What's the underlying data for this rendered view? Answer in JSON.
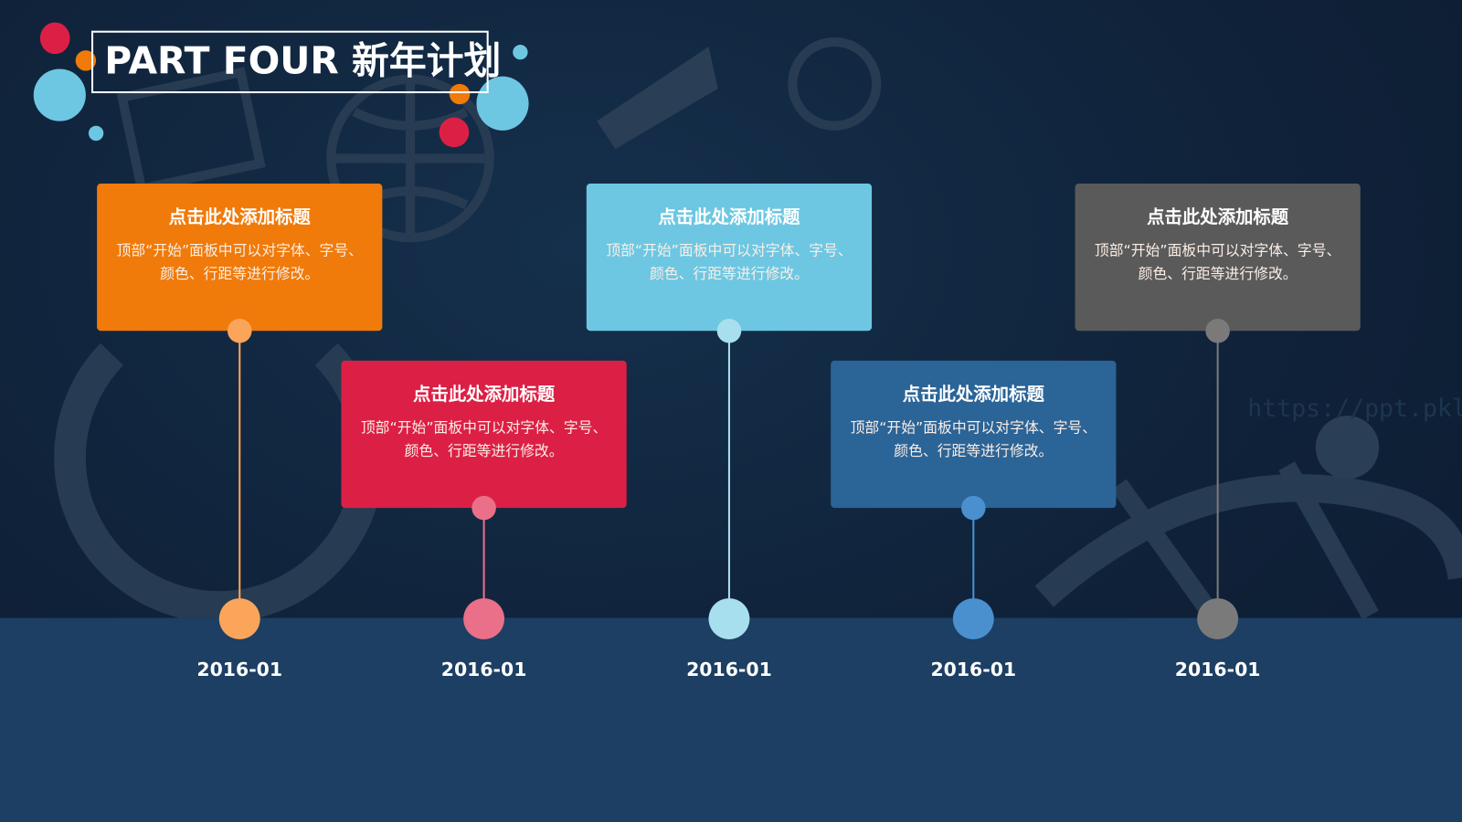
{
  "slide": {
    "title": "PART FOUR 新年计划",
    "watermark": "https://ppt.pkll.de",
    "colors": {
      "background": "#0f2138",
      "band": "#1c3f63",
      "orange": "#f07a0a",
      "red": "#dc2045",
      "lightblue": "#6dc7e2",
      "blue": "#2b6497",
      "gray": "#5a5a5a"
    }
  },
  "timeline": [
    {
      "title": "点击此处添加标题",
      "body": "顶部“开始”面板中可以对字体、字号、颜色、行距等进行修改。",
      "date": "2016-01",
      "color": "#f07a0a",
      "accent": "#fba55a",
      "position": "top"
    },
    {
      "title": "点击此处添加标题",
      "body": "顶部“开始”面板中可以对字体、字号、颜色、行距等进行修改。",
      "date": "2016-01",
      "color": "#dc2045",
      "accent": "#e97088",
      "position": "bottom"
    },
    {
      "title": "点击此处添加标题",
      "body": "顶部“开始”面板中可以对字体、字号、颜色、行距等进行修改。",
      "date": "2016-01",
      "color": "#6dc7e2",
      "accent": "#a8dfee",
      "position": "top"
    },
    {
      "title": "点击此处添加标题",
      "body": "顶部“开始”面板中可以对字体、字号、颜色、行距等进行修改。",
      "date": "2016-01",
      "color": "#2b6497",
      "accent": "#4a90cf",
      "position": "bottom"
    },
    {
      "title": "点击此处添加标题",
      "body": "顶部“开始”面板中可以对字体、字号、颜色、行距等进行修改。",
      "date": "2016-01",
      "color": "#5a5a5a",
      "accent": "#7a7a7a",
      "position": "top"
    }
  ]
}
